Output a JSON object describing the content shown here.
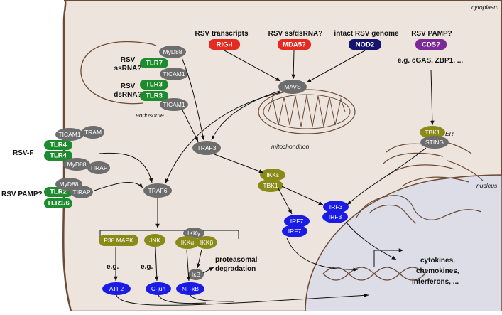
{
  "compartments": {
    "cytoplasm": "cytoplasm",
    "endosome": "endosome",
    "mitochondrion": "mitochondrion",
    "er": "ER",
    "nucleus": "nucleus"
  },
  "ligands": {
    "rsv_ssrna_1": "RSV",
    "rsv_ssrna_2": "ssRNA?",
    "rsv_dsrna_1": "RSV",
    "rsv_dsrna_2": "dsRNA?",
    "rsv_f": "RSV-F",
    "rsv_pamp": "RSV PAMP?",
    "rsv_transcripts": "RSV transcripts",
    "rsv_ss_dsrna": "RSV ss/dsRNA?",
    "intact_genome": "intact RSV genome",
    "rsv_pamp_top": "RSV PAMP?",
    "cgas_examples": "e.g. cGAS, ZBP1, ..."
  },
  "receptors": {
    "tlr7": "TLR7",
    "tlr3_a": "TLR3",
    "tlr3_b": "TLR3",
    "tlr4_a": "TLR4",
    "tlr4_b": "TLR4",
    "tlr2": "TLR2",
    "tlr16": "TLR1/6",
    "rig_i": "RIG-I",
    "mda5": "MDA5?",
    "nod2": "NOD2",
    "cds": "CDS?"
  },
  "adaptors": {
    "myd88_endo": "MyD88",
    "ticam1_a": "TICAM1",
    "ticam1_b": "TICAM1",
    "ticam1_pm": "TICAM1",
    "tram": "TRAM",
    "myd88_tlr4": "MyD88",
    "tirap_tlr4": "TIRAP",
    "myd88_tlr2": "MyD88",
    "tirap_tlr2": "TIRAP",
    "mavs": "MAVS",
    "traf3": "TRAF3",
    "traf6": "TRAF6",
    "sting": "STING",
    "ikkg": "IKKγ",
    "ikb": "IκB"
  },
  "kinases": {
    "tbk1_er": "TBK1",
    "ikke": "IKKε",
    "tbk1": "TBK1",
    "p38": "P38 MAPK",
    "jnk": "JNK",
    "ikka": "IKKα",
    "ikkb": "IKKβ"
  },
  "transcription_factors": {
    "irf7_a": "IRF7",
    "irf7_b": "IRF7",
    "irf3_a": "IRF3",
    "irf3_b": "IRF3",
    "atf2": "ATF2",
    "cjun": "C-jun",
    "nfkb": "NF-κB"
  },
  "annotations": {
    "eg_1": "e.g.",
    "eg_2": "e.g.",
    "proteasomal_1": "proteasomal",
    "proteasomal_2": "degradation",
    "out_1": "cytokines,",
    "out_2": "chemokines,",
    "out_3": "interferons, ..."
  },
  "colors": {
    "cell": "#ede5dd",
    "membrane": "#6b4a36",
    "nucleus": "#dcdde6",
    "green": "#1e8c2e",
    "gray": "#6d6d6d",
    "olive": "#8a8a18",
    "blue": "#1b1be6",
    "red": "#e52b20",
    "navy": "#15156e",
    "purple": "#7c2a98"
  }
}
